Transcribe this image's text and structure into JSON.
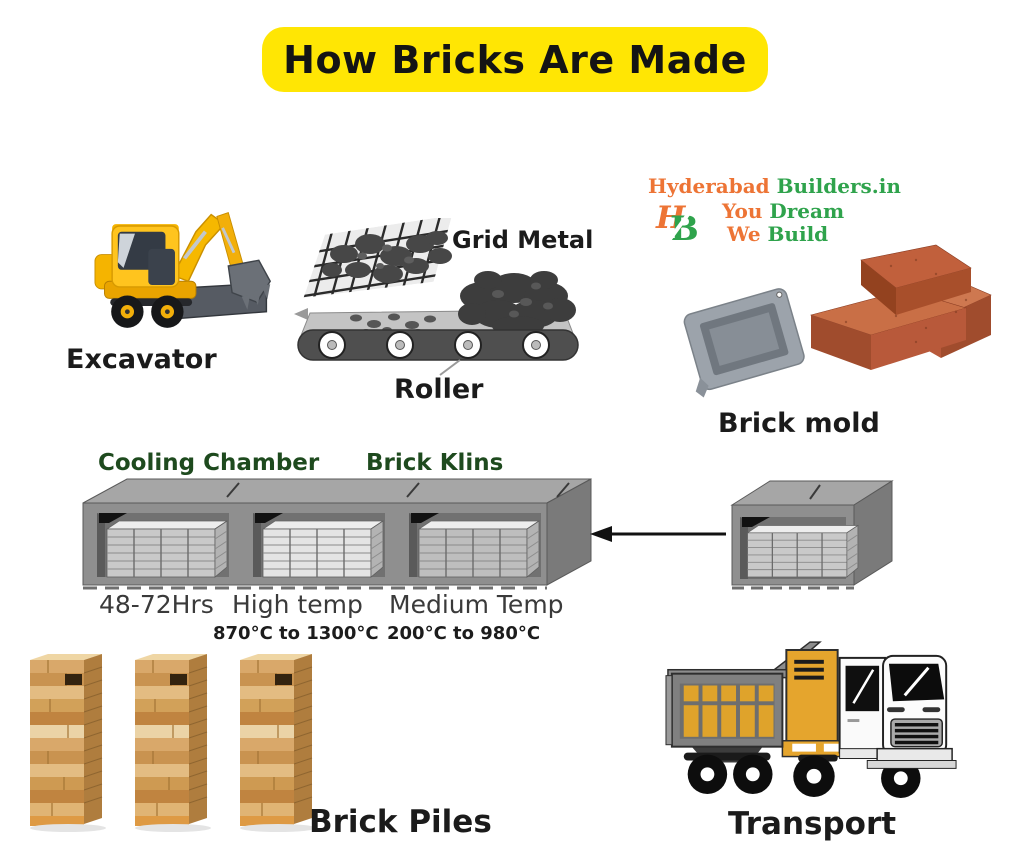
{
  "title": "How Bricks Are Made",
  "brand": {
    "name_part1": "Hyderabad",
    "name_part2": " Builders.in",
    "monogram_h": "H",
    "monogram_b": "B",
    "tagline1_part1": "You",
    "tagline1_part2": " Dream",
    "tagline2_part1": "We",
    "tagline2_part2": " Build"
  },
  "labels": {
    "excavator": "Excavator",
    "grid_metal": "Grid Metal",
    "roller": "Roller",
    "brick_mold": "Brick mold",
    "cooling_chamber": "Cooling Chamber",
    "brick_kilns": "Brick Klins",
    "brick_piles": "Brick Piles",
    "transport": "Transport"
  },
  "kiln_info": {
    "cooling_duration": "48-72Hrs",
    "high_temp_label": "High temp",
    "high_temp_range": "870°C to 1300°C",
    "medium_temp_label": "Medium Temp",
    "medium_temp_range": "200°C to 980°C"
  },
  "icons": {
    "illustrations": [
      "excavator-illustration",
      "conveyor-roller-illustration",
      "grid-mesh-icon",
      "brick-mold-illustration",
      "red-bricks-illustration",
      "kiln-tunnel-illustration",
      "kiln-cube-illustration",
      "left-arrow-icon",
      "brick-pile-illustration",
      "dump-truck-illustration",
      "hb-monogram-icon"
    ]
  },
  "colors": {
    "title_bg": "#FFE604",
    "section_green": "#1E4A1E",
    "brand_orange": "#ED7435",
    "brand_green": "#2FA34C",
    "excavator_yellow": "#F7B500",
    "truck_orange": "#DFA32B",
    "brick_red": "#B85A36",
    "kiln_gray": "#8F8F8F"
  }
}
